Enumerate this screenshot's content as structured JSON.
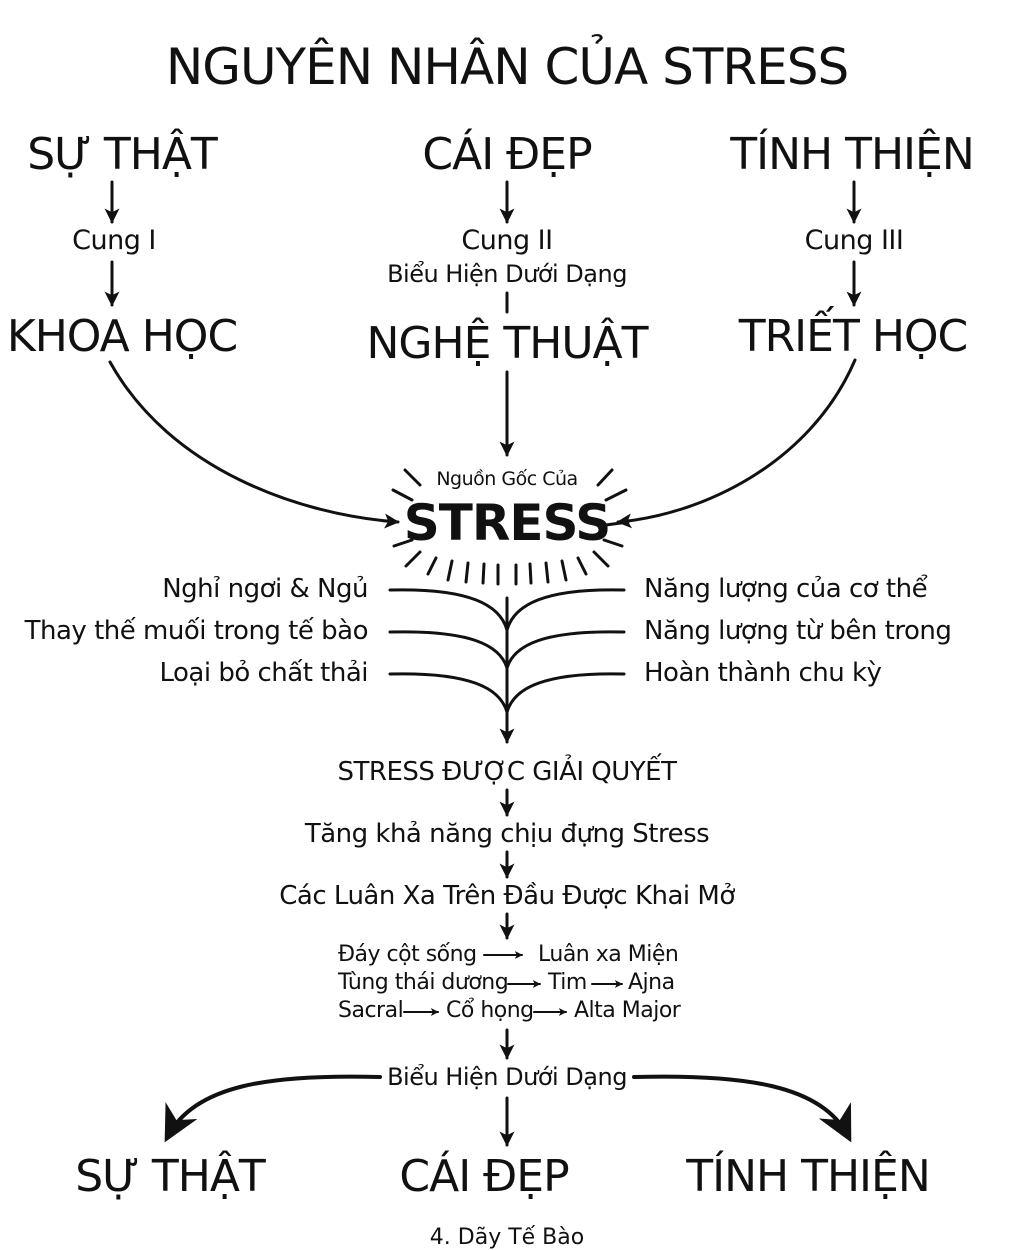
{
  "title": "NGUYÊN NHÂN CỦA STRESS",
  "top_sources": [
    {
      "name": "SỰ THẬT",
      "ray": "Cung I",
      "field": "KHOA HỌC"
    },
    {
      "name": "CÁI ĐẸP",
      "ray": "Cung II",
      "expression": "Biểu Hiện Dưới Dạng",
      "field": "NGHỆ THUẬT"
    },
    {
      "name": "TÍNH THIỆN",
      "ray": "Cung III",
      "field": "TRIẾT HỌC"
    }
  ],
  "source": {
    "label": "Nguồn Gốc Của",
    "word": "STRESS"
  },
  "left_factors": [
    "Nghỉ ngơi & Ngủ",
    "Thay thế muối trong tế bào",
    "Loại bỏ chất thải"
  ],
  "right_factors": [
    "Năng lượng của cơ thể",
    "Năng lượng từ bên trong",
    "Hoàn thành chu kỳ"
  ],
  "steps": [
    "STRESS ĐƯỢC GIẢI QUYẾT",
    "Tăng khả năng chịu đựng Stress",
    "Các Luân Xa Trên Đầu Được Khai Mở"
  ],
  "chakra_rows": [
    [
      "Đáy cột sống",
      "Luân xa Miện"
    ],
    [
      "Tùng thái dương",
      "Tim",
      "Ajna"
    ],
    [
      "Sacral",
      "Cổ họng",
      "Alta Major"
    ]
  ],
  "expression": "Biểu Hiện Dưới Dạng",
  "bottom_results": [
    "SỰ THẬT",
    "CÁI ĐẸP",
    "TÍNH THIỆN"
  ],
  "footer": "4. Dãy Tế Bào"
}
